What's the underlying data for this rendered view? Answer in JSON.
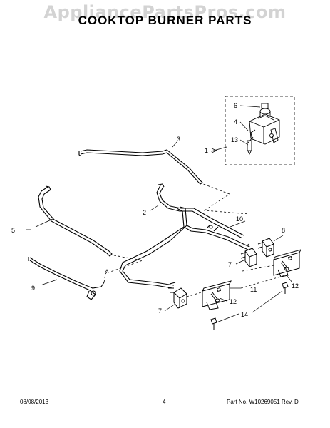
{
  "watermark": "AppliancePartsPros.com",
  "title": "COOKTOP BURNER PARTS",
  "callouts": {
    "c1": "1",
    "c2": "2",
    "c3": "3",
    "c4": "4",
    "c5": "5",
    "c6": "6",
    "c7a": "7",
    "c7b": "7",
    "c8": "8",
    "c9": "9",
    "c10": "10",
    "c11": "11",
    "c12a": "12",
    "c12b": "12",
    "c13": "13",
    "c14": "14"
  },
  "footer": {
    "date": "08/08/2013",
    "page": "4",
    "part_no": "Part No. W10269051 Rev. D"
  }
}
